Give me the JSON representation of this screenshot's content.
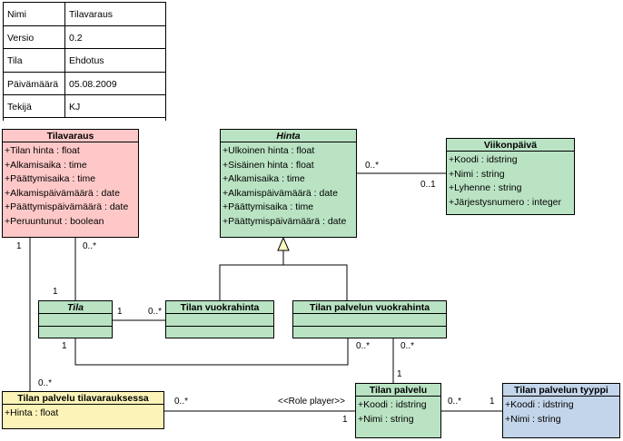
{
  "meta": [
    {
      "key": "Nimi",
      "value": "Tilavaraus"
    },
    {
      "key": "Versio",
      "value": "0.2"
    },
    {
      "key": "Tila",
      "value": "Ehdotus"
    },
    {
      "key": "Päivämäärä",
      "value": "05.08.2009"
    },
    {
      "key": "Tekijä",
      "value": "KJ"
    }
  ],
  "classes": {
    "tilavaraus": {
      "name": "Tilavaraus",
      "attrs": [
        "+Tilan hinta : float",
        "+Alkamisaika : time",
        "+Päättymisaika : time",
        "+Alkamispäivämäärä : date",
        "+Päättymispäivämäärä : date",
        "+Peruuntunut : boolean"
      ]
    },
    "hinta": {
      "name": "Hinta",
      "attrs": [
        "+Ulkoinen hinta : float",
        "+Sisäinen hinta : float",
        "+Alkamisaika : time",
        "+Alkamispäivämäärä : date",
        "+Päättymisaika : time",
        "+Päättymispäivämäärä : date"
      ]
    },
    "viikonpaiva": {
      "name": "Viikonpäivä",
      "attrs": [
        "+Koodi : idstring",
        "+Nimi : string",
        "+Lyhenne : string",
        "+Järjestysnumero : integer"
      ]
    },
    "tila": {
      "name": "Tila"
    },
    "tilan_vuokrahinta": {
      "name": "Tilan vuokrahinta"
    },
    "tilan_palvelun_vuokrahinta": {
      "name": "Tilan palvelun vuokrahinta"
    },
    "tilan_palvelu_tilavarauksessa": {
      "name": "Tilan palvelu tilavarauksessa",
      "attrs": [
        "+Hinta : float"
      ]
    },
    "tilan_palvelu": {
      "name": "Tilan palvelu",
      "attrs": [
        "+Koodi : idstring",
        "+Nimi : string"
      ]
    },
    "tilan_palvelun_tyyppi": {
      "name": "Tilan palvelun tyyppi",
      "attrs": [
        "+Koodi : idstring",
        "+Nimi : string"
      ]
    }
  },
  "multiplicities": {
    "hinta_viikon_left": "0..*",
    "hinta_viikon_right": "0..1",
    "tilavaraus_tpt_top": "1",
    "tilavaraus_tila_top": "0..*",
    "tilavaraus_tila_bottom": "1",
    "tila_vuokra_left": "1",
    "tila_vuokra_right": "0..*",
    "tila_tpv_left": "1",
    "tpv_tila_right": "0..*",
    "tpv_palvelu_top": "0..*",
    "tpv_palvelu_bottom": "1",
    "tpt_bottom": "0..*",
    "tpt_palvelu_left": "0..*",
    "tpt_palvelu_right": "1",
    "palvelu_tyyppi_left": "0..*",
    "palvelu_tyyppi_right": "1"
  },
  "role_label": "<<Role player>>"
}
